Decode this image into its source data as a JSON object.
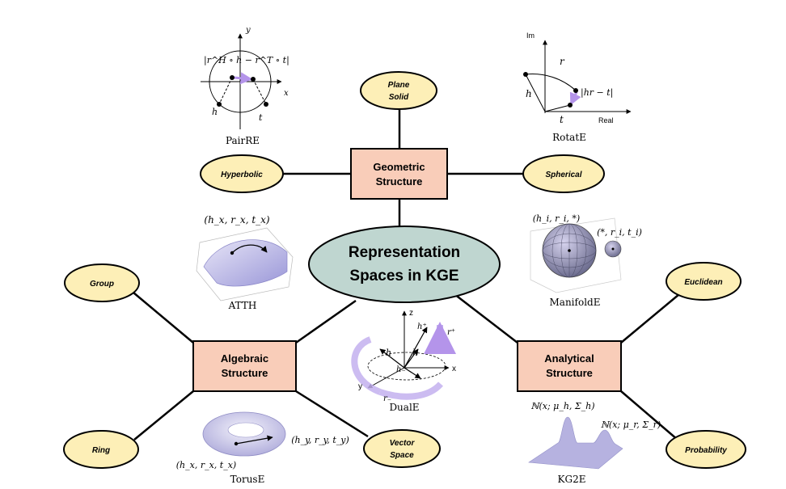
{
  "center": {
    "line1": "Representation",
    "line2": "Spaces in KGE"
  },
  "structures": {
    "geometric": {
      "line1": "Geometric",
      "line2": "Structure"
    },
    "algebraic": {
      "line1": "Algebraic",
      "line2": "Structure"
    },
    "analytical": {
      "line1": "Analytical",
      "line2": "Structure"
    }
  },
  "leaves": {
    "plane_solid": {
      "line1": "Plane",
      "line2": "Solid"
    },
    "hyperbolic": "Hyperbolic",
    "spherical": "Spherical",
    "group": "Group",
    "ring": "Ring",
    "vector_space": {
      "line1": "Vector",
      "line2": "Space"
    },
    "euclidean": "Euclidean",
    "probability": "Probability"
  },
  "models": {
    "pairre": {
      "name": "PairRE",
      "axis_y": "y",
      "axis_x": "x",
      "formula": "|r^H ∘ h − r^T ∘ t|",
      "label_h": "h",
      "label_t": "t"
    },
    "rotate": {
      "name": "RotatE",
      "axis_im": "Im",
      "axis_real": "Real",
      "label_r": "r",
      "label_h": "h",
      "label_t": "t",
      "formula": "|hr − t|"
    },
    "atth": {
      "name": "ATTH",
      "formula": "(h_x, r_x, t_x)"
    },
    "manifolde": {
      "name": "ManifoldE",
      "formula_left": "(h_i, r_i, *)",
      "formula_right": "(*, r_i, t_i)"
    },
    "duale": {
      "name": "DualE",
      "axis_z": "z",
      "axis_x": "x",
      "axis_y": "y",
      "label_hp": "h⁺",
      "label_h1": "h",
      "label_h2": "h",
      "label_hm": "h₋",
      "label_rp": "r⁺",
      "label_rm": "r₋"
    },
    "toruse": {
      "name": "TorusE",
      "formula_left": "(h_x, r_x, t_x)",
      "formula_right": "(h_y, r_y, t_y)"
    },
    "kg2e": {
      "name": "KG2E",
      "formula_h": "ℕ(x; μ_h, Σ_h)",
      "formula_r": "ℕ(x; μ_r, Σ_r)"
    }
  },
  "colors": {
    "center_fill": "#bfd6d0",
    "box_fill": "#f9cdb9",
    "box_stroke": "#b8968a",
    "leaf_fill": "#fdefb7",
    "accent_purple": "#b494ea",
    "surface_purple": "#a7a3dd"
  }
}
